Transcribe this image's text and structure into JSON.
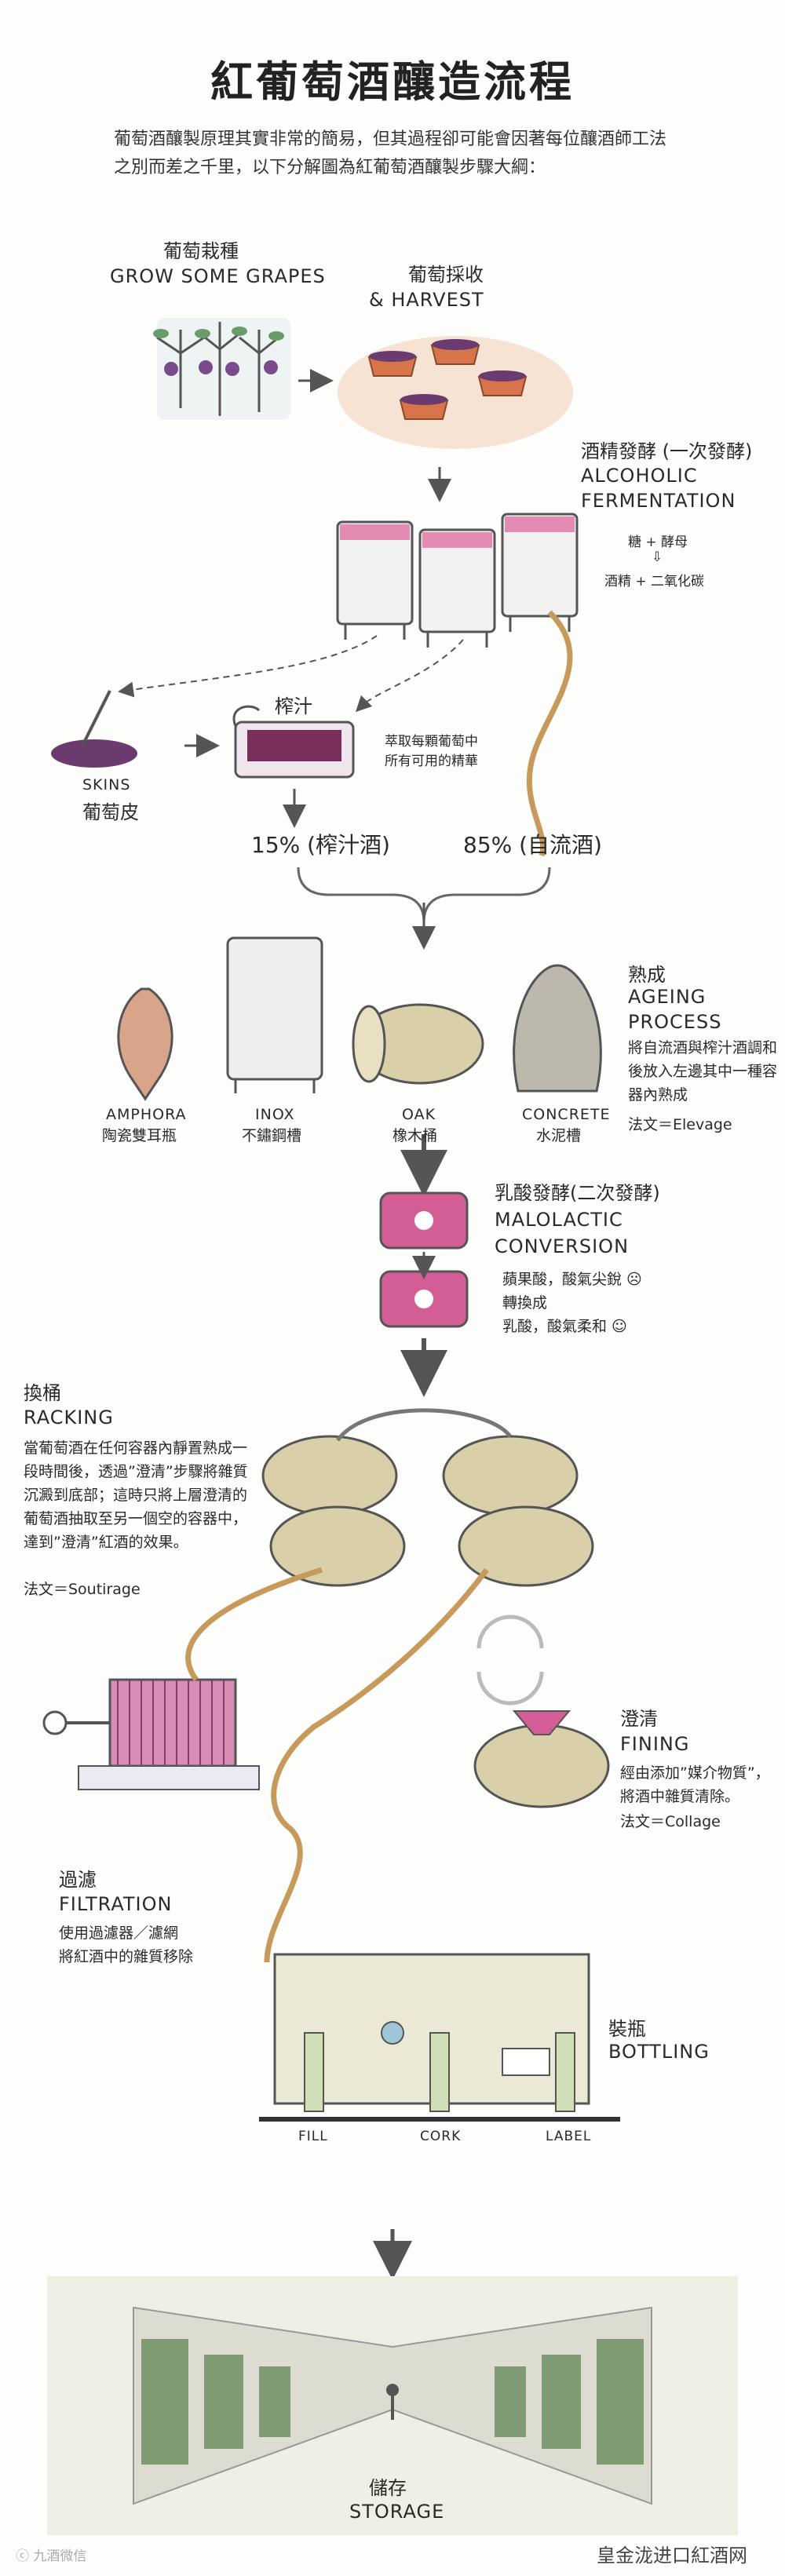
{
  "title": "紅葡萄酒釀造流程",
  "intro": "葡萄酒釀製原理其實非常的簡易，但其過程卻可能會因著每位釀酒師工法之別而差之千里，以下分解圖為紅葡萄酒釀製步驟大綱：",
  "steps": {
    "grow": {
      "zh": "葡萄栽種",
      "en": "GROW SOME GRAPES"
    },
    "harvest": {
      "zh": "葡萄採收",
      "en": "& HARVEST"
    },
    "alcoholic": {
      "zh": "酒精發酵 (一次發酵)",
      "en1": "ALCOHOLIC",
      "en2": "FERMENTATION",
      "formula1": "糖 + 酵母",
      "arrow": "⇩",
      "formula2": "酒精 + 二氧化碳"
    },
    "skins": {
      "en": "SKINS",
      "zh": "葡萄皮"
    },
    "press": {
      "zh": "榨汁",
      "note1": "萃取每顆葡萄中",
      "note2": "所有可用的精華"
    },
    "split": {
      "press_wine": "15% (榨汁酒)",
      "free_run": "85% (自流酒)"
    },
    "vessels": [
      {
        "en": "AMPHORA",
        "zh": "陶瓷雙耳瓶"
      },
      {
        "en": "INOX",
        "zh": "不鏽鋼槽"
      },
      {
        "en": "OAK",
        "zh": "橡木桶"
      },
      {
        "en": "CONCRETE",
        "zh": "水泥槽"
      }
    ],
    "ageing": {
      "zh": "熟成",
      "en1": "AGEING",
      "en2": "PROCESS",
      "desc": "將自流酒與榨汁酒調和後放入左邊其中一種容器內熟成",
      "fr": "法文＝Elevage"
    },
    "malolactic": {
      "zh": "乳酸發酵(二次發酵)",
      "en1": "MALOLACTIC",
      "en2": "CONVERSION",
      "line1": "蘋果酸，酸氣尖銳 ☹",
      "line2": "轉換成",
      "line3": "乳酸，酸氣柔和 ☺"
    },
    "racking": {
      "zh": "換桶",
      "en": "RACKING",
      "desc": "當葡萄酒在任何容器內靜置熟成一段時間後，透過”澄清”步驟將雜質沉澱到底部；這時只將上層澄清的葡萄酒抽取至另一個空的容器中，達到”澄清”紅酒的效果。",
      "fr": "法文＝Soutirage"
    },
    "fining": {
      "zh": "澄清",
      "en": "FINING",
      "desc": "經由添加”媒介物質”，將酒中雜質清除。",
      "fr": "法文＝Collage"
    },
    "filtration": {
      "zh": "過濾",
      "en": "FILTRATION",
      "line1": "使用過濾器／濾網",
      "line2": "將紅酒中的雜質移除"
    },
    "bottling": {
      "zh": "裝瓶",
      "en": "BOTTLING",
      "fill": "FILL",
      "cork": "CORK",
      "label": "LABEL"
    },
    "storage": {
      "zh": "儲存",
      "en": "STORAGE"
    }
  },
  "watermarks": {
    "left": "ⓒ 九酒微信",
    "right": "皇金泷进口紅酒网"
  },
  "colors": {
    "wine": "#b23a6e",
    "pink": "#e48bb4",
    "barrel": "#d9cfa8",
    "hose": "#c79a5c",
    "ink": "#2a2a2a"
  }
}
